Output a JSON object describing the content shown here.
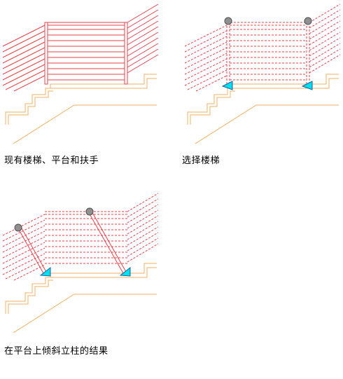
{
  "captions": {
    "existing": "现有楼梯、平台和扶手",
    "select": "选择楼梯",
    "result": "在平台上倾斜立柱的结果"
  },
  "colors": {
    "railing": "#e8404a",
    "stair": "#f0b060",
    "grip": "#909090",
    "grip_outline": "#505050",
    "arrow": "#00e0f0",
    "arrow_outline": "#2060a0",
    "text": "#000000"
  }
}
